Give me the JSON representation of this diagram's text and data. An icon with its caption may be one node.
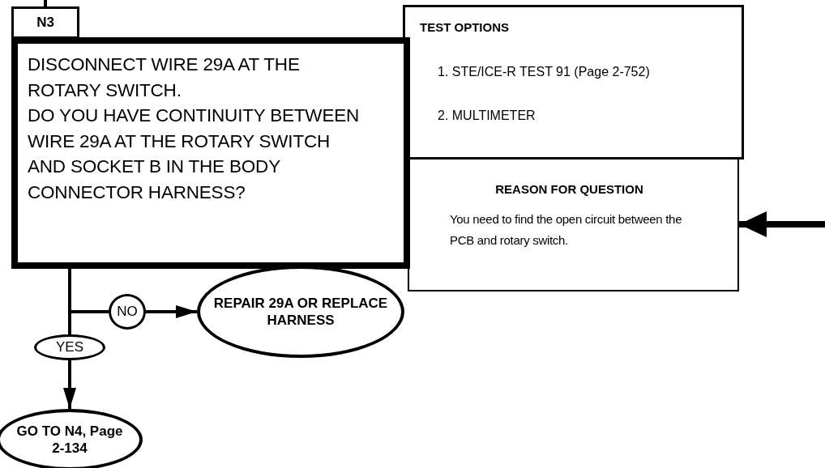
{
  "diagram": {
    "nodes": [
      {
        "text": [
          "N3"
        ]
      },
      {
        "text": [
          "DISCONNECT WIRE 29A AT THE ROTARY SWITCH.",
          "DO YOU HAVE CONTINUITY BETWEEN WIRE 29A AT THE ROTARY SWITCH AND SOCKET B IN THE BODY CONNECTOR HARNESS?"
        ]
      },
      {
        "text": [
          "TEST OPTIONS",
          "1. STE/ICE-R TEST 91 (Page 2-752)",
          "2. MULTIMETER"
        ]
      },
      {
        "text": [
          "REASON FOR QUESTION",
          "You need to find the open circuit between the PCB and rotary switch."
        ]
      },
      {
        "text": [
          "NO"
        ]
      },
      {
        "text": [
          "REPAIR 29A OR REPLACE HARNESS"
        ]
      },
      {
        "text": [
          "YES"
        ]
      },
      {
        "text": [
          "GO TO N4, Page 2-134"
        ]
      }
    ],
    "edges": [
      {
        "from": null,
        "to": 0,
        "arrow": "none"
      },
      {
        "from": 1,
        "to": 4,
        "arrow": "none"
      },
      {
        "from": 4,
        "to": 5,
        "arrow": "to"
      },
      {
        "from": 1,
        "to": 6,
        "arrow": "none"
      },
      {
        "from": 6,
        "to": 7,
        "arrow": "to"
      },
      {
        "from": null,
        "to": 3,
        "arrow": "to",
        "style": "thick"
      }
    ]
  }
}
